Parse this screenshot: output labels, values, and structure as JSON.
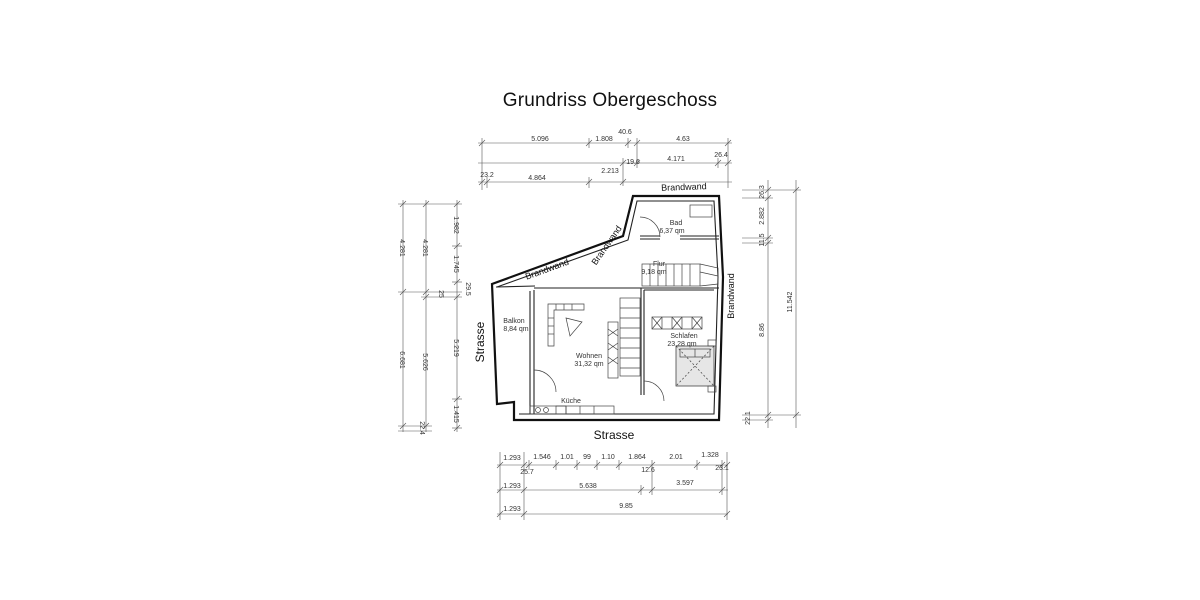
{
  "title": "Grundriss Obergeschoss",
  "rooms": {
    "bad": {
      "name": "Bad",
      "area": "6,37 qm"
    },
    "flur": {
      "name": "Flur",
      "area": "9,18 qm"
    },
    "balkon": {
      "name": "Balkon",
      "area": "8,84 qm"
    },
    "wohnen": {
      "name": "Wohnen",
      "area": "31,32 qm"
    },
    "schlafen": {
      "name": "Schlafen",
      "area": "23,28 qm"
    },
    "kueche": {
      "name": "Küche"
    }
  },
  "walls": {
    "brandwand_top": "Brandwand",
    "brandwand_diag": "Brandwand",
    "brandwand_left": "Brandwand",
    "brandwand_right": "Brandwand"
  },
  "streets": {
    "bottom": "Strasse",
    "left": "Strasse"
  },
  "dims_top": {
    "row1": [
      "5.096",
      "1.808",
      "40.6",
      "4.63"
    ],
    "row2": [
      "19.6",
      "4.171",
      "26.4"
    ],
    "row3": [
      "23.2",
      "4.864",
      "2.213"
    ]
  },
  "dims_bottom": {
    "row1": [
      "1.293",
      "1.546",
      "1.01",
      "99",
      "1.10",
      "1.864",
      "2.01",
      "1.328"
    ],
    "row1b": [
      "25.7",
      "12.6",
      "23.1"
    ],
    "row2": [
      "1.293",
      "5.638",
      "3.597"
    ],
    "row3": [
      "1.293",
      "9.85"
    ]
  },
  "dims_left": {
    "col1": [
      "4.281",
      "6.681",
      "22.4"
    ],
    "col2": [
      "4.281",
      "25",
      "5.626"
    ],
    "col3": [
      "1.982",
      "1.745",
      "29.5",
      "5.219",
      "1.415"
    ]
  },
  "dims_right": {
    "col1": [
      "26.3",
      "2.882",
      "11.5",
      "8.86",
      "22.1"
    ],
    "col2": [
      "11.542"
    ]
  }
}
